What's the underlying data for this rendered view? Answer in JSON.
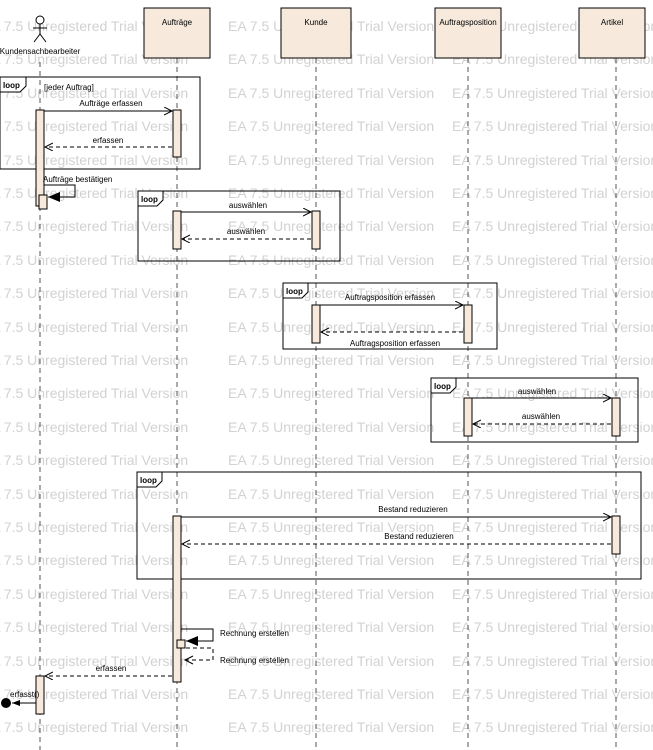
{
  "watermark_text": "EA 7.5 Unregistered Trial Version",
  "actor": {
    "name": "Kundensachbearbeiter"
  },
  "lifelines": [
    {
      "name": "Aufträge"
    },
    {
      "name": "Kunde"
    },
    {
      "name": "Auftragsposition"
    },
    {
      "name": "Artikel"
    }
  ],
  "fragments": {
    "loop1": {
      "operator": "loop",
      "guard": "[jeder Auftrag]"
    },
    "loop2": {
      "operator": "loop"
    },
    "loop3": {
      "operator": "loop"
    },
    "loop4": {
      "operator": "loop"
    },
    "loop5": {
      "operator": "loop"
    }
  },
  "messages": {
    "m1": "Aufträge erfassen",
    "m2": "erfassen",
    "m3": "Aufträge bestätigen",
    "m4": "auswählen",
    "m5": "auswählen",
    "m6": "Auftragsposition erfassen",
    "m7": "Auftragsposition erfassen",
    "m8": "auswählen",
    "m9": "auswählen",
    "m10": "Bestand reduzieren",
    "m11": "Bestand reduzieren",
    "m12": "Rechnung erstellen",
    "m13": "Rechnung erstellen",
    "m14": "erfassen",
    "m15": "erfasst()"
  },
  "colors": {
    "activation_fill": "#f7eadc",
    "watermark": "#d2d2d2",
    "line": "#000000"
  }
}
